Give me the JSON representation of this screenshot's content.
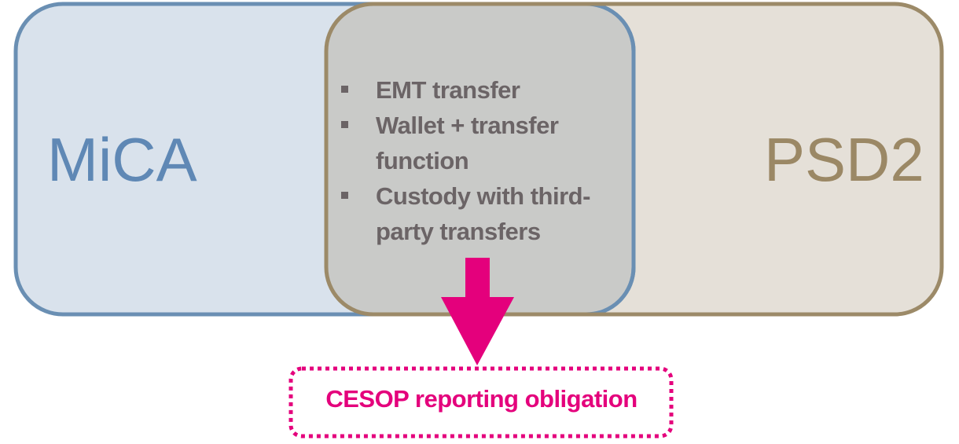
{
  "left_set": {
    "label": "MiCA",
    "color": "#5f88b5"
  },
  "right_set": {
    "label": "PSD2",
    "color": "#9b8865"
  },
  "overlap": {
    "items": [
      "EMT transfer",
      "Wallet + transfer function",
      "Custody with third-party transfers"
    ]
  },
  "result": {
    "label": "CESOP reporting obligation",
    "color": "#e4007c"
  }
}
